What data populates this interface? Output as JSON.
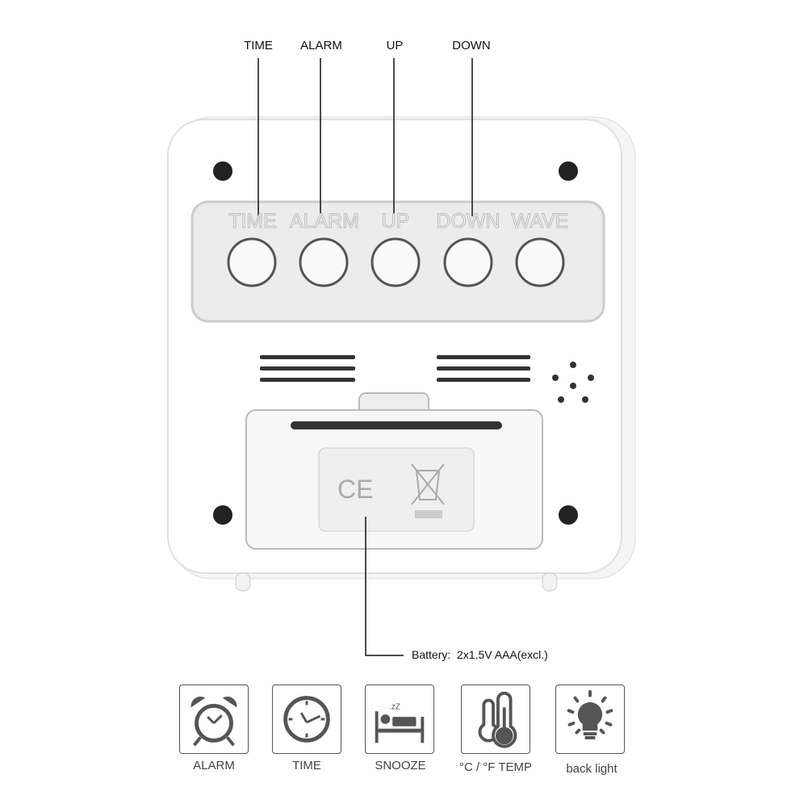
{
  "callouts": {
    "time": "TIME",
    "alarm": "ALARM",
    "up": "UP",
    "down": "DOWN"
  },
  "device_buttons": [
    "TIME",
    "ALARM",
    "UP",
    "DOWN",
    "WAVE"
  ],
  "battery_note": "Battery:  2x1.5V AAA(excl.)",
  "certification": "CE",
  "features": [
    {
      "icon": "alarm-clock-icon",
      "label": "ALARM"
    },
    {
      "icon": "clock-icon",
      "label": "TIME"
    },
    {
      "icon": "snooze-bed-icon",
      "label": "SNOOZE"
    },
    {
      "icon": "thermometer-icon",
      "label": "°C / °F  TEMP"
    },
    {
      "icon": "light-bulb-icon",
      "label": "back light"
    }
  ],
  "colors": {
    "icon": "#555555",
    "body": "#ffffff",
    "panel": "#ececec"
  }
}
